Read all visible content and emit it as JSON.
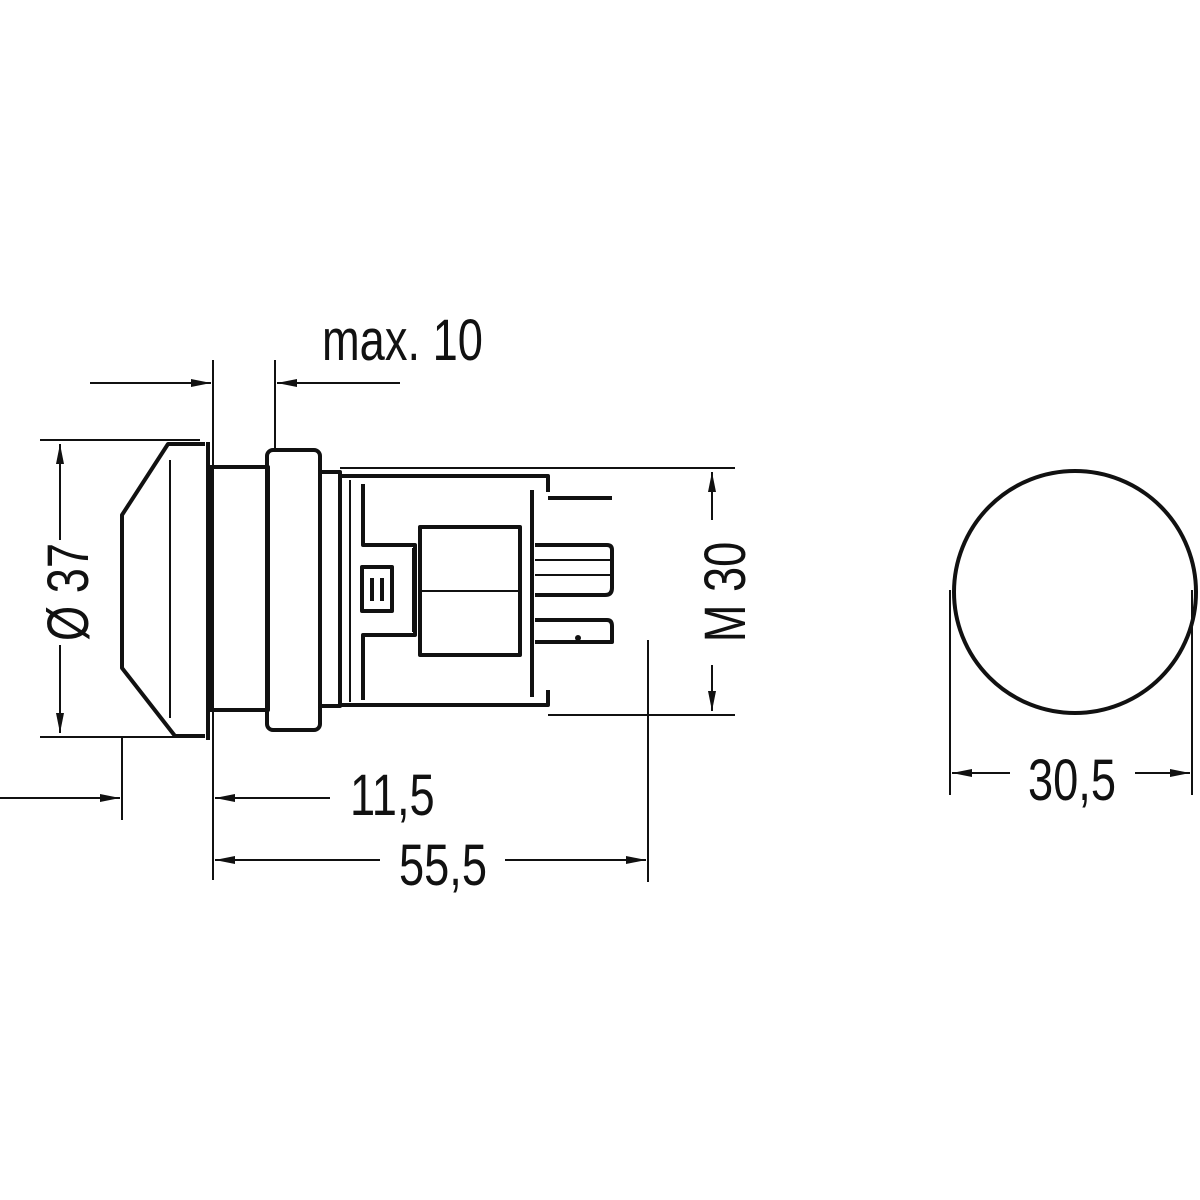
{
  "drawing": {
    "colors": {
      "line": "#111111",
      "background": "#ffffff"
    },
    "dimensions": {
      "max_depth": "max. 10",
      "diameter": "Ø 37",
      "thread": "M 30",
      "cap_depth": "11,5",
      "overall_length": "55,5",
      "cutout_diameter": "30,5"
    }
  }
}
